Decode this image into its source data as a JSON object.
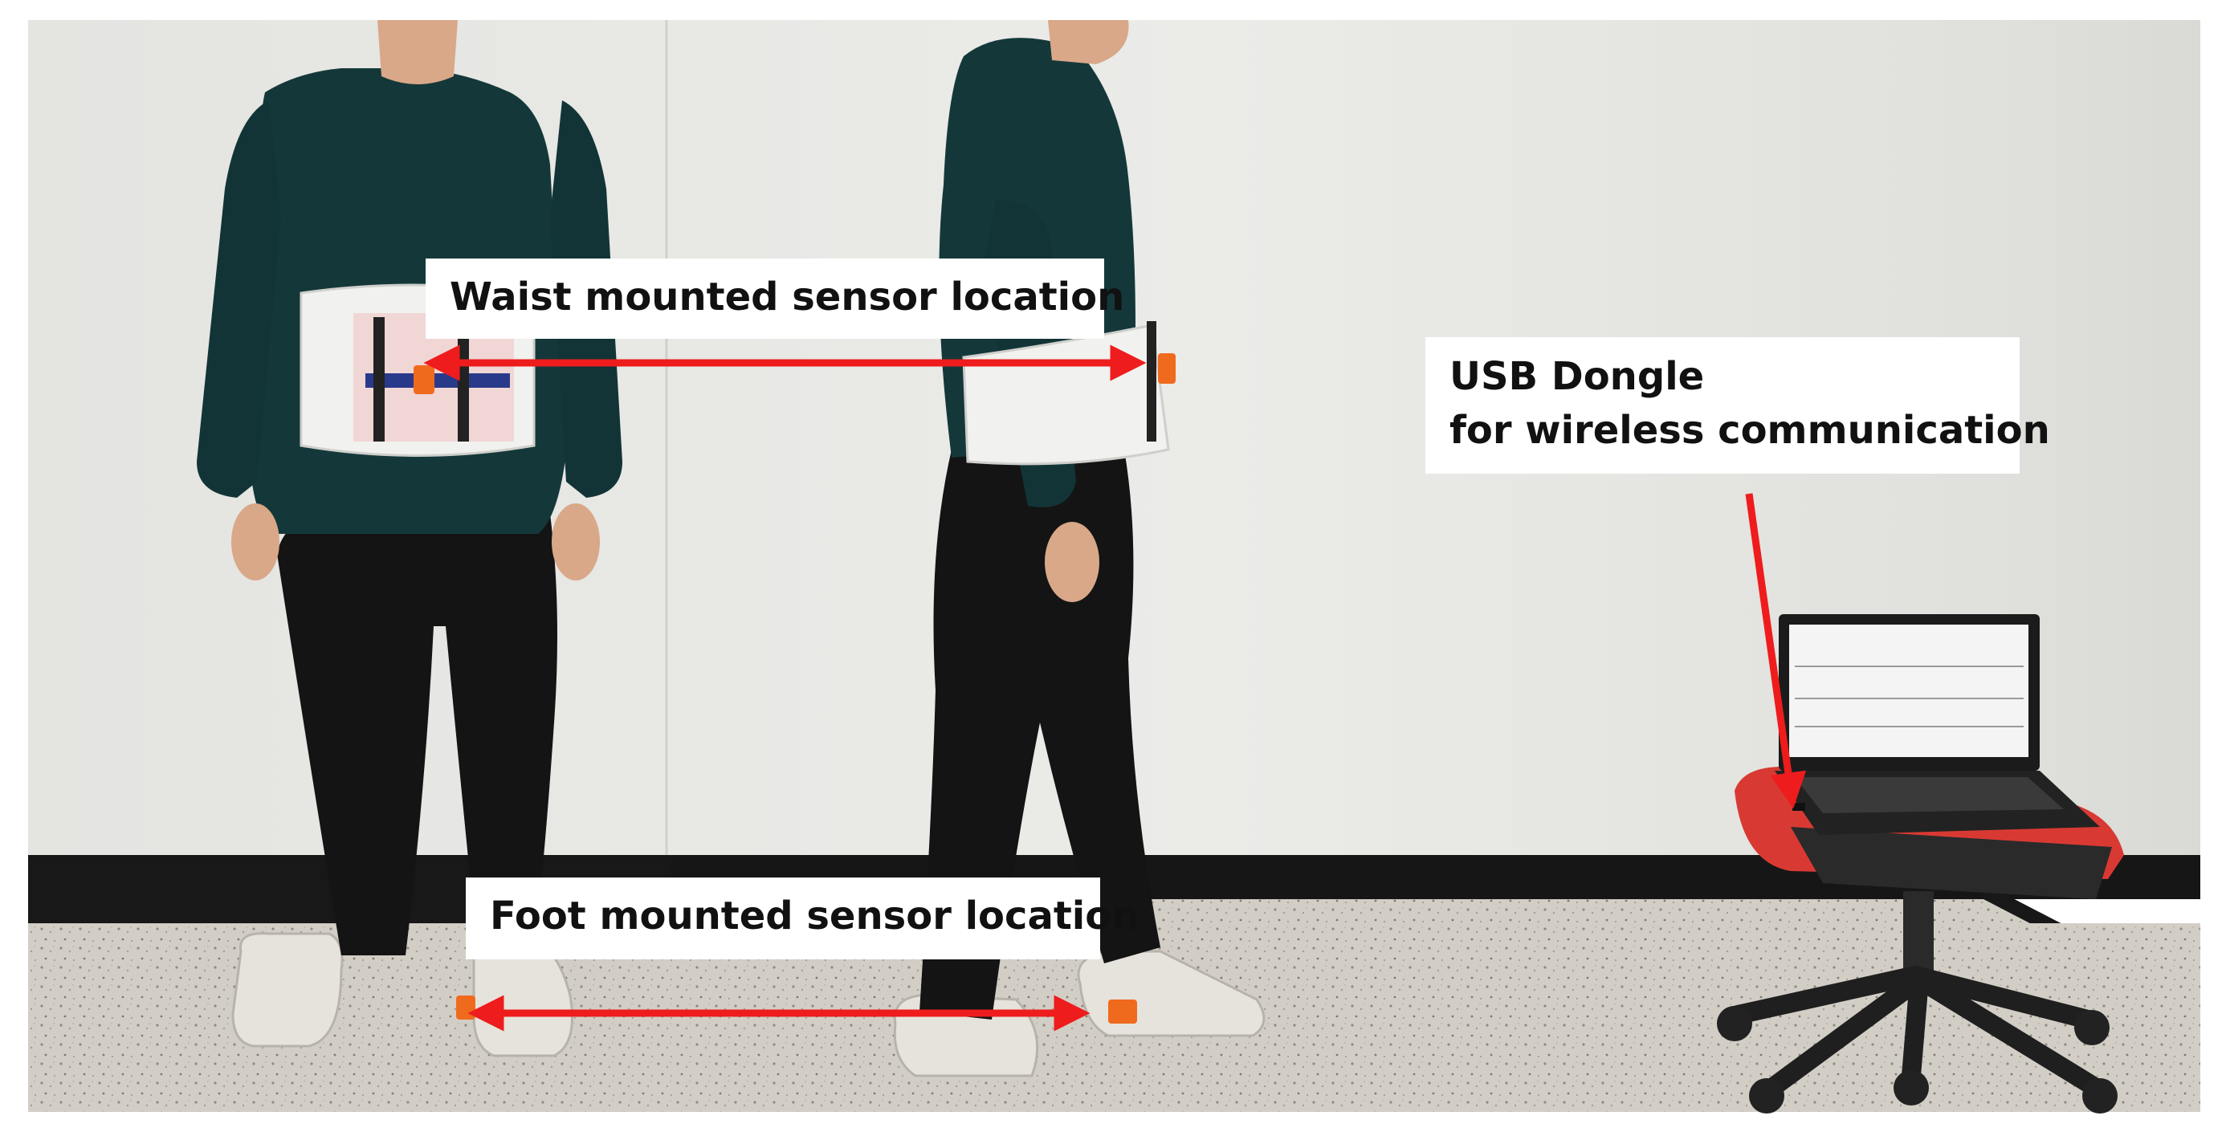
{
  "annotations": {
    "waist_label": "Waist mounted sensor location",
    "foot_label": "Foot mounted sensor location",
    "usb_label_line1": "USB Dongle",
    "usb_label_line2": "for wireless communication"
  },
  "colors": {
    "arrow": "#ee1c1c",
    "wall": "#e6e6e3",
    "baseboard": "#161616",
    "floor": "#cfcbc3",
    "shirt": "#14383a",
    "pants": "#141414",
    "belt": "#f1f1ef",
    "sensor": "#f06a1e",
    "chair_seat": "#d83a33",
    "laptop": "#1b1b1b"
  }
}
